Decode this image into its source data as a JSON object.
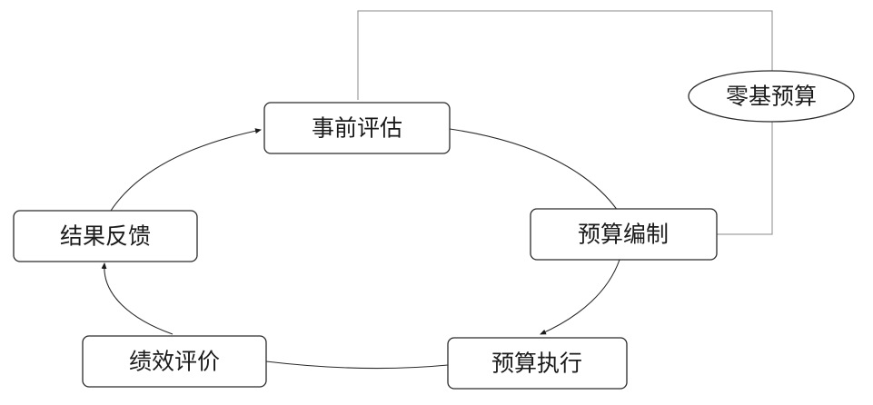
{
  "nodes": {
    "assessment": "事前评估",
    "budget_prep": "预算编制",
    "execution": "预算执行",
    "performance": "绩效评价",
    "feedback": "结果反馈",
    "zero_base": "零基预算"
  }
}
